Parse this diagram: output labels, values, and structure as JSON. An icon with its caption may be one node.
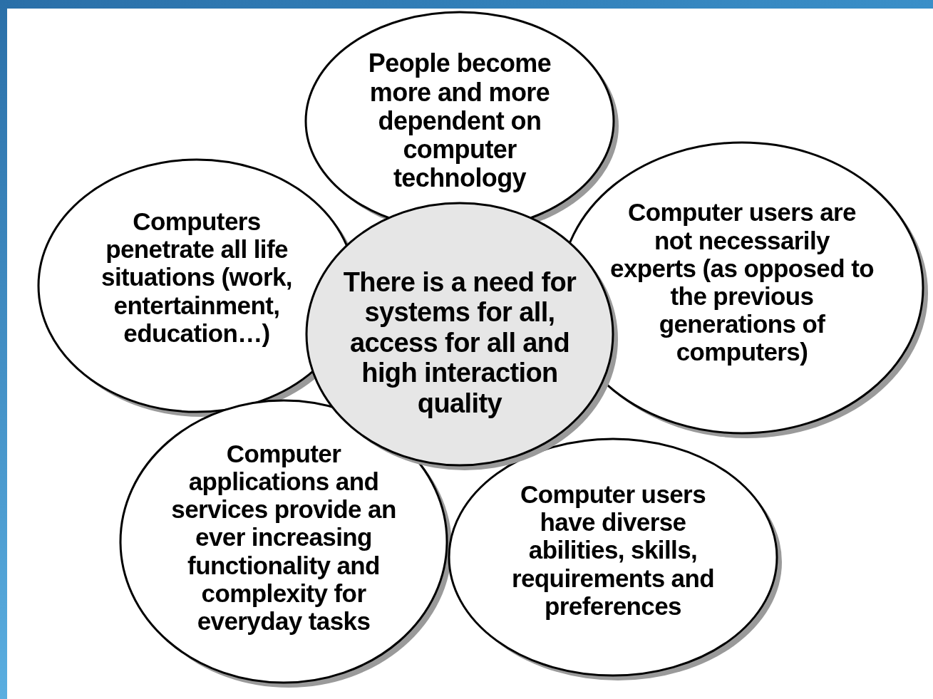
{
  "diagram": {
    "nodes": [
      {
        "text": [
          "People become more and more dependent on computer technology"
        ]
      },
      {
        "text": [
          "Computers penetrate all life situations (work, entertainment, education…)"
        ]
      },
      {
        "text": [
          "There is a need for systems for all, access for all and high interaction quality"
        ]
      },
      {
        "text": [
          "Computer users are not necessarily experts (as opposed to the previous generations of computers)"
        ]
      },
      {
        "text": [
          "Computer applications and services provide an ever increasing functionality and complexity for everyday tasks"
        ]
      },
      {
        "text": [
          "Computer users have diverse abilities, skills, requirements and preferences"
        ]
      }
    ]
  }
}
